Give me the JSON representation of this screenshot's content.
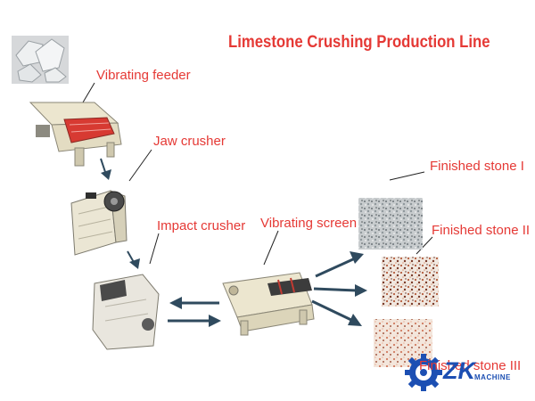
{
  "title": "Limestone Crushing Production Line",
  "labels": {
    "vibrating_feeder": "Vibrating feeder",
    "jaw_crusher": "Jaw crusher",
    "impact_crusher": "Impact crusher",
    "vibrating_screen": "Vibrating screen",
    "finished_stone_1": "Finished stone I",
    "finished_stone_2": "Finished stone  II",
    "finished_stone_3": "Finished stone  III"
  },
  "logo": {
    "brand": "ZK",
    "sub": "MACHINE"
  },
  "colors": {
    "label": "#e53935",
    "arrow": "#2f4a5e",
    "logo": "#1c4fb3"
  }
}
